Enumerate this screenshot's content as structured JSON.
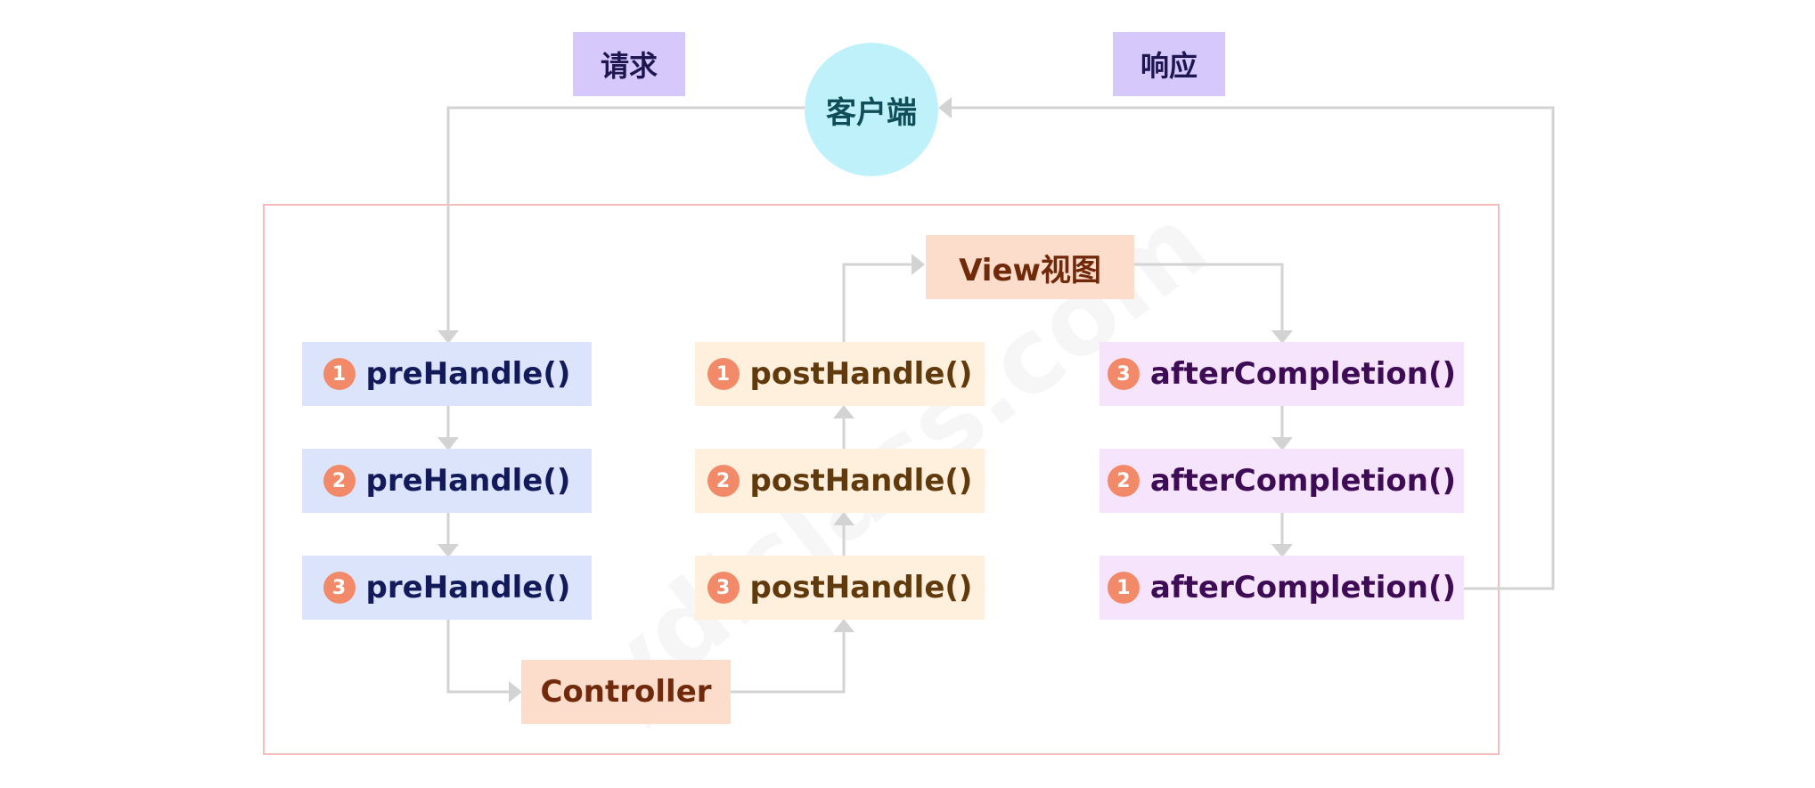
{
  "labels": {
    "request": "请求",
    "response": "响应",
    "client": "客户端"
  },
  "pre_handle": [
    {
      "num": "1",
      "text": "preHandle()"
    },
    {
      "num": "2",
      "text": "preHandle()"
    },
    {
      "num": "3",
      "text": "preHandle()"
    }
  ],
  "post_handle": [
    {
      "num": "1",
      "text": "postHandle()"
    },
    {
      "num": "2",
      "text": "postHandle()"
    },
    {
      "num": "3",
      "text": "postHandle()"
    }
  ],
  "after_completion": [
    {
      "num": "3",
      "text": "afterCompletion()"
    },
    {
      "num": "2",
      "text": "afterCompletion()"
    },
    {
      "num": "1",
      "text": "afterCompletion()"
    }
  ],
  "controller": "Controller",
  "view": "View视图",
  "watermark": "ydlclass.com",
  "colors": {
    "connector": "#d3d3d3",
    "frame": "#f5bcbc",
    "badge": "#f28a6a",
    "client_fill": "#bff1fa",
    "label_fill": "#d6c8fb"
  }
}
